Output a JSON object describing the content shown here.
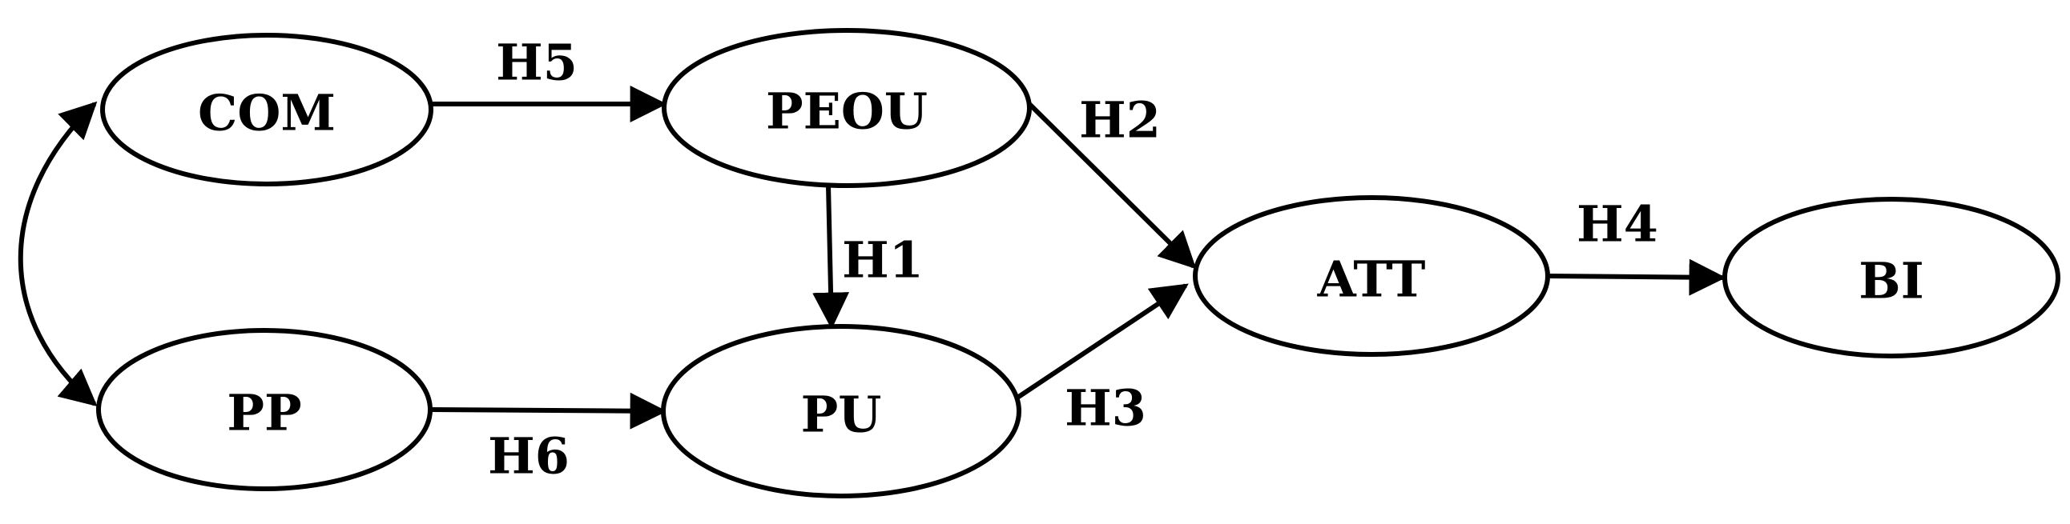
{
  "nodes": {
    "com": {
      "label": "COM"
    },
    "peou": {
      "label": "PEOU"
    },
    "att": {
      "label": "ATT"
    },
    "bi": {
      "label": "BI"
    },
    "pp": {
      "label": "PP"
    },
    "pu": {
      "label": "PU"
    }
  },
  "edges": {
    "h1": {
      "label": "H1",
      "from": "PEOU",
      "to": "PU"
    },
    "h2": {
      "label": "H2",
      "from": "PEOU",
      "to": "ATT"
    },
    "h3": {
      "label": "H3",
      "from": "PU",
      "to": "ATT"
    },
    "h4": {
      "label": "H4",
      "from": "ATT",
      "to": "BI"
    },
    "h5": {
      "label": "H5",
      "from": "COM",
      "to": "PEOU"
    },
    "h6": {
      "label": "H6",
      "from": "PP",
      "to": "PU"
    },
    "correlation": {
      "from": "COM",
      "to": "PP",
      "bidirectional": true
    }
  }
}
